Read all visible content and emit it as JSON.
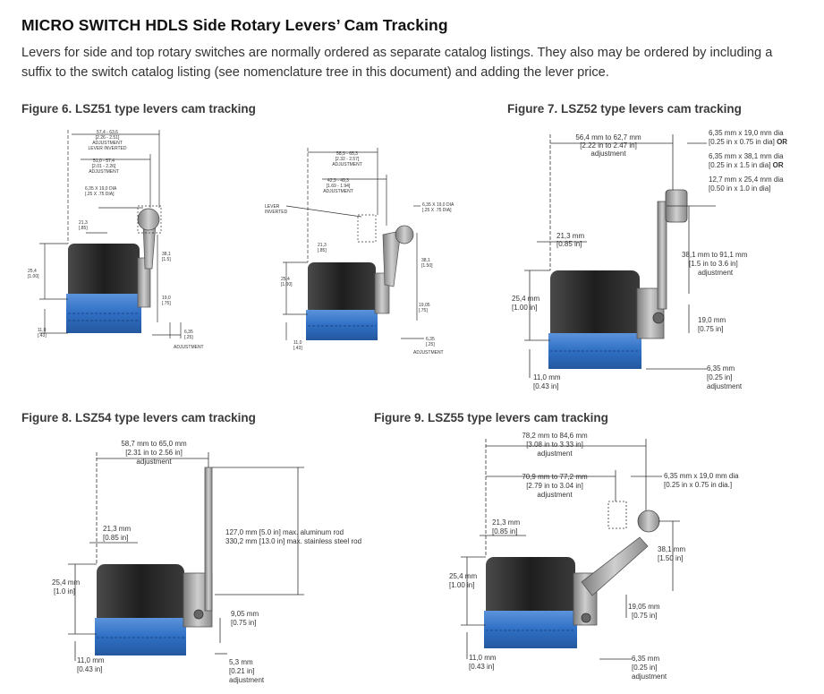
{
  "title": "MICRO SWITCH HDLS Side Rotary Levers’ Cam Tracking",
  "intro": {
    "line1": "Levers for side and top rotary switches are normally ordered as separate catalog listings. They also may be ordered by including a",
    "line2": "suffix to the switch catalog listing (see nomenclature tree in this document) and adding the lever price."
  },
  "colors": {
    "switch_body": "#2a2a2a",
    "blue_base": "#2f6fc4",
    "metal": "#9a9a9a"
  },
  "fig6": {
    "caption": "Figure 6. LSZ51 type levers cam tracking",
    "d1": [
      "57,4 - 63,6",
      "[2.26 - 2.51]",
      "ADJUSTMENT",
      "LEVER INVERTED"
    ],
    "d2": [
      "51,0 - 57,4",
      "[2.01 - 2.26]",
      "ADJUSTMENT"
    ],
    "d3": [
      "6,35 X 19,0 DIA",
      "[.25 X .75 DIA]"
    ],
    "d4": [
      "21,3",
      "[.85]"
    ],
    "d5": [
      "38,1",
      "[1.5]"
    ],
    "d6": [
      "25,4",
      "[1.00]"
    ],
    "d7": [
      "19,0",
      "[.75]"
    ],
    "d8": [
      "11,0",
      "[.43]"
    ],
    "d9": [
      "6,35",
      "[.25]",
      "ADJUSTMENT"
    ]
  },
  "figMid": {
    "d1": [
      "58,9 - 65,3",
      "[2.32 - 2.57]",
      "ADJUSTMENT"
    ],
    "d2": [
      "42,9 - 49,3",
      "[1.69 - 1.94]",
      "ADJUSTMENT"
    ],
    "d3": [
      "LEVER",
      "INVERTED"
    ],
    "d4": [
      "6,35 X 19,0 DIA",
      "[.25 X .75 DIA]"
    ],
    "d5": [
      "21,3",
      "[.85]"
    ],
    "d6": [
      "38,1",
      "[1.50]"
    ],
    "d7": [
      "25,4",
      "[1.00]"
    ],
    "d8": [
      "19,05",
      "[.75]"
    ],
    "d9": [
      "11,0",
      "[.43]"
    ],
    "d10": [
      "6,35",
      "[.25]",
      "ADJUSTMENT"
    ]
  },
  "fig7": {
    "caption": "Figure 7. LSZ52 type levers cam tracking",
    "d1": [
      "56,4 mm to 62,7 mm",
      "[2.22 in to 2.47 in]",
      "adjustment"
    ],
    "d2a": "6,35 mm x 19,0 mm dia",
    "d2b": "[0.25 in x 0.75 in dia]",
    "d3a": "6,35 mm x 38,1 mm dia",
    "d3b": "[0.25 in x 1.5 in dia]",
    "d4": [
      "12,7 mm x 25,4 mm dia",
      "[0.50 in x 1.0 in dia]"
    ],
    "or": "OR",
    "d5": [
      "21,3 mm",
      "[0.85 in]"
    ],
    "d6": [
      "38,1 mm to 91,1 mm",
      "[1.5 in to 3.6 in]",
      "adjustment"
    ],
    "d7": [
      "25,4 mm",
      "[1.00 in]"
    ],
    "d8": [
      "19,0 mm",
      "[0.75 in]"
    ],
    "d9": [
      "6,35 mm",
      "[0.25 in]",
      "adjustment"
    ],
    "d10": [
      "11,0 mm",
      "[0.43 in]"
    ]
  },
  "fig8": {
    "caption": "Figure 8. LSZ54 type levers cam tracking",
    "d1": [
      "58,7 mm to 65,0 mm",
      "[2.31 in to 2.56 in]",
      "adjustment"
    ],
    "d2": [
      "21,3 mm",
      "[0.85 in]"
    ],
    "d3": [
      "127,0 mm [5.0 in] max. aluminum rod",
      "330,2 mm [13.0 in] max. stainless steel rod"
    ],
    "d4": [
      "25,4 mm",
      "[1.0 in]"
    ],
    "d5": [
      "9,05 mm",
      "[0.75 in]"
    ],
    "d6": [
      "11,0 mm",
      "[0.43 in]"
    ],
    "d7": [
      "5,3 mm",
      "[0.21 in]",
      "adjustment"
    ]
  },
  "fig9": {
    "caption": "Figure 9. LSZ55 type levers cam tracking",
    "d1": [
      "78,2 mm to 84,6 mm",
      "[3.08 in to 3.33 in]",
      "adjustment"
    ],
    "d2": [
      "70,9 mm to 77,2 mm",
      "[2.79 in to 3.04 in]",
      "adjustment"
    ],
    "d3": [
      "6,35 mm x 19,0 mm dia",
      "[0.25 in x 0.75 in dia.]"
    ],
    "d4": [
      "21,3 mm",
      "[0.85 in]"
    ],
    "d5": [
      "38,1 mm",
      "[1.50 in]"
    ],
    "d6": [
      "25,4 mm",
      "[1.00 in]"
    ],
    "d7": [
      "19,05 mm",
      "[0.75 in]"
    ],
    "d8": [
      "11,0 mm",
      "[0.43 in]"
    ],
    "d9": [
      "6,35 mm",
      "[0.25 in]",
      "adjustment"
    ]
  }
}
